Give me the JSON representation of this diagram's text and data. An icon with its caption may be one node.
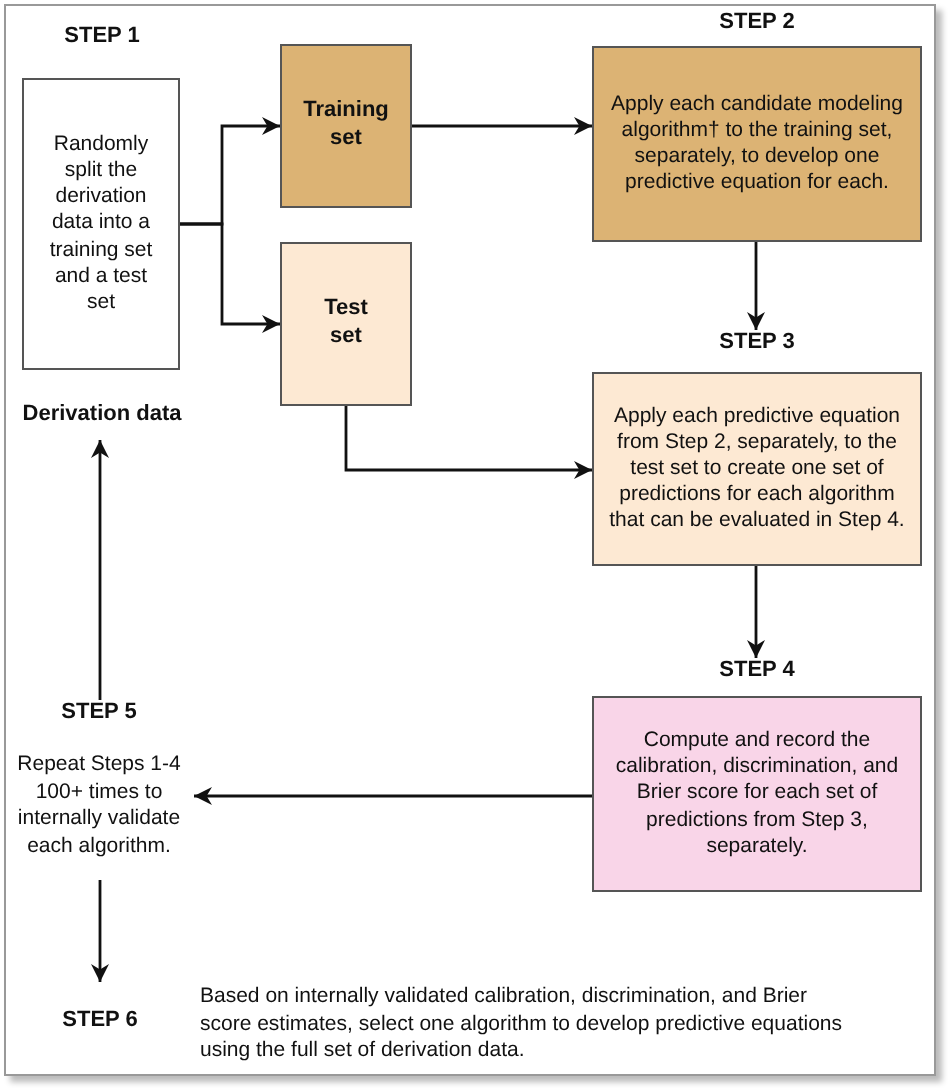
{
  "diagram": {
    "nodes": [
      {
        "text": [
          "STEP 1",
          "Randomly split the derivation data into a training set and a test set"
        ],
        "beside": [
          "Derivation data"
        ]
      },
      {
        "text": [
          "Training set"
        ]
      },
      {
        "text": [
          "Test set"
        ]
      },
      {
        "text": [
          "STEP 2",
          "Apply each candidate modeling algorithm† to the training set, separately, to develop one predictive equation for each."
        ]
      },
      {
        "text": [
          "STEP 3",
          "Apply each predictive equation from Step 2, separately, to the test set to create one set of predictions for each algorithm that can be evaluated in Step 4."
        ]
      },
      {
        "text": [
          "STEP 4",
          "Compute and record the calibration, discrimination, and Brier score for each set of predictions from Step 3, separately."
        ]
      },
      {
        "text": [
          "STEP 5",
          "Repeat Steps 1-4 100+ times to internally validate each algorithm."
        ]
      },
      {
        "text": [
          "STEP 6",
          "Based on internally validated calibration, discrimination, and Brier score estimates, select one algorithm to develop predictive equations using the full set of derivation data."
        ]
      }
    ],
    "edges": [
      {
        "from": 0,
        "to": 1,
        "arrow": "to"
      },
      {
        "from": 0,
        "to": 2,
        "arrow": "to"
      },
      {
        "from": 1,
        "to": 3,
        "arrow": "to"
      },
      {
        "from": 2,
        "to": 4,
        "arrow": "to"
      },
      {
        "from": 3,
        "to": 4,
        "arrow": "to"
      },
      {
        "from": 4,
        "to": 5,
        "arrow": "to"
      },
      {
        "from": 5,
        "to": 6,
        "arrow": "to"
      },
      {
        "from": 6,
        "to": 0,
        "arrow": "to"
      },
      {
        "from": 6,
        "to": 7,
        "arrow": "to"
      }
    ]
  }
}
